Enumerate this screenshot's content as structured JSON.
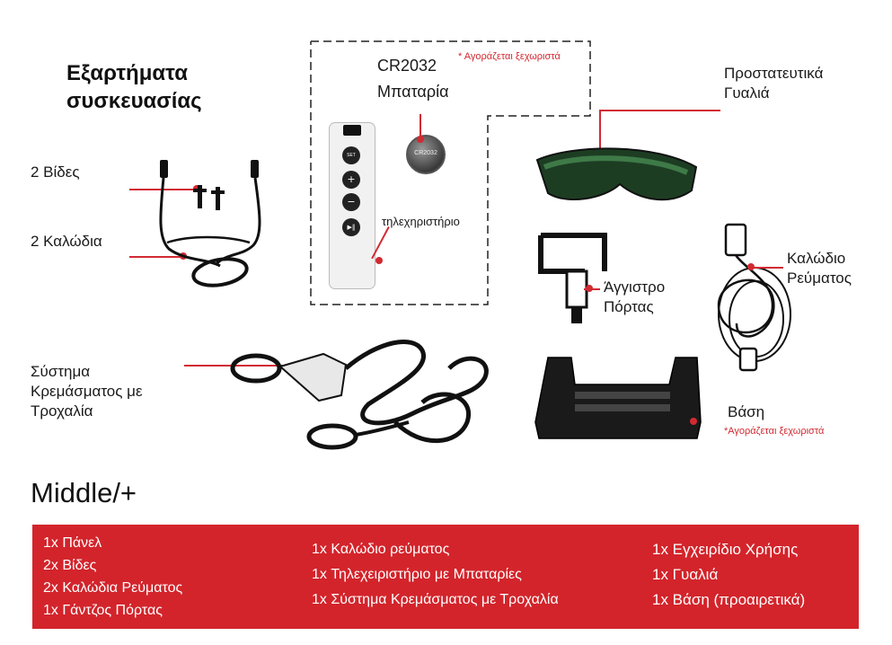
{
  "heading": {
    "line1": "Εξαρτήματα",
    "line2": "συσκευασίας"
  },
  "battery": {
    "model": "CR2032",
    "name": "Μπαταρία",
    "note": "* Αγοράζεται ξεχωριστά",
    "coin_text": "CR2032"
  },
  "remote": {
    "label": "τηλεχηριστήριο",
    "buttons": [
      "SET",
      "+",
      "−",
      "▶‖"
    ]
  },
  "left_items": {
    "screws": "2 Βίδες",
    "cables": "2 Καλώδια"
  },
  "glasses": {
    "line1": "Προστατευτικά",
    "line2": "Γυαλιά"
  },
  "door_hook": {
    "line1": "Άγγιστρο",
    "line2": "Πόρτας"
  },
  "power_cable": {
    "line1": "Καλώδιο",
    "line2": "Ρεύματος"
  },
  "pulley": {
    "line1": "Σύστημα",
    "line2": "Κρεμάσματος με",
    "line3": "Τροχαλία"
  },
  "stand": {
    "label": "Βάση",
    "note": "*Αγοράζεται ξεχωριστά"
  },
  "section_title": "Middle/+",
  "contents": {
    "col1": [
      "1x Πάνελ",
      "2x Βίδες",
      "2x Καλώδια Ρεύματος",
      "1x Γάντζος Πόρτας"
    ],
    "col2": [
      "1x Καλώδιο ρεύματος",
      "1x Τηλεχειριστήριο με Μπαταρίες",
      "1x Σύστημα Κρεμάσματος με Τροχαλία"
    ],
    "col3": [
      "1x Εγχειρίδιο Χρήσης",
      "1x Γυαλιά",
      "1x Βάση (προαιρετικά)"
    ]
  },
  "colors": {
    "accent": "#d3242b",
    "text": "#1a1a1a",
    "background": "#ffffff"
  }
}
